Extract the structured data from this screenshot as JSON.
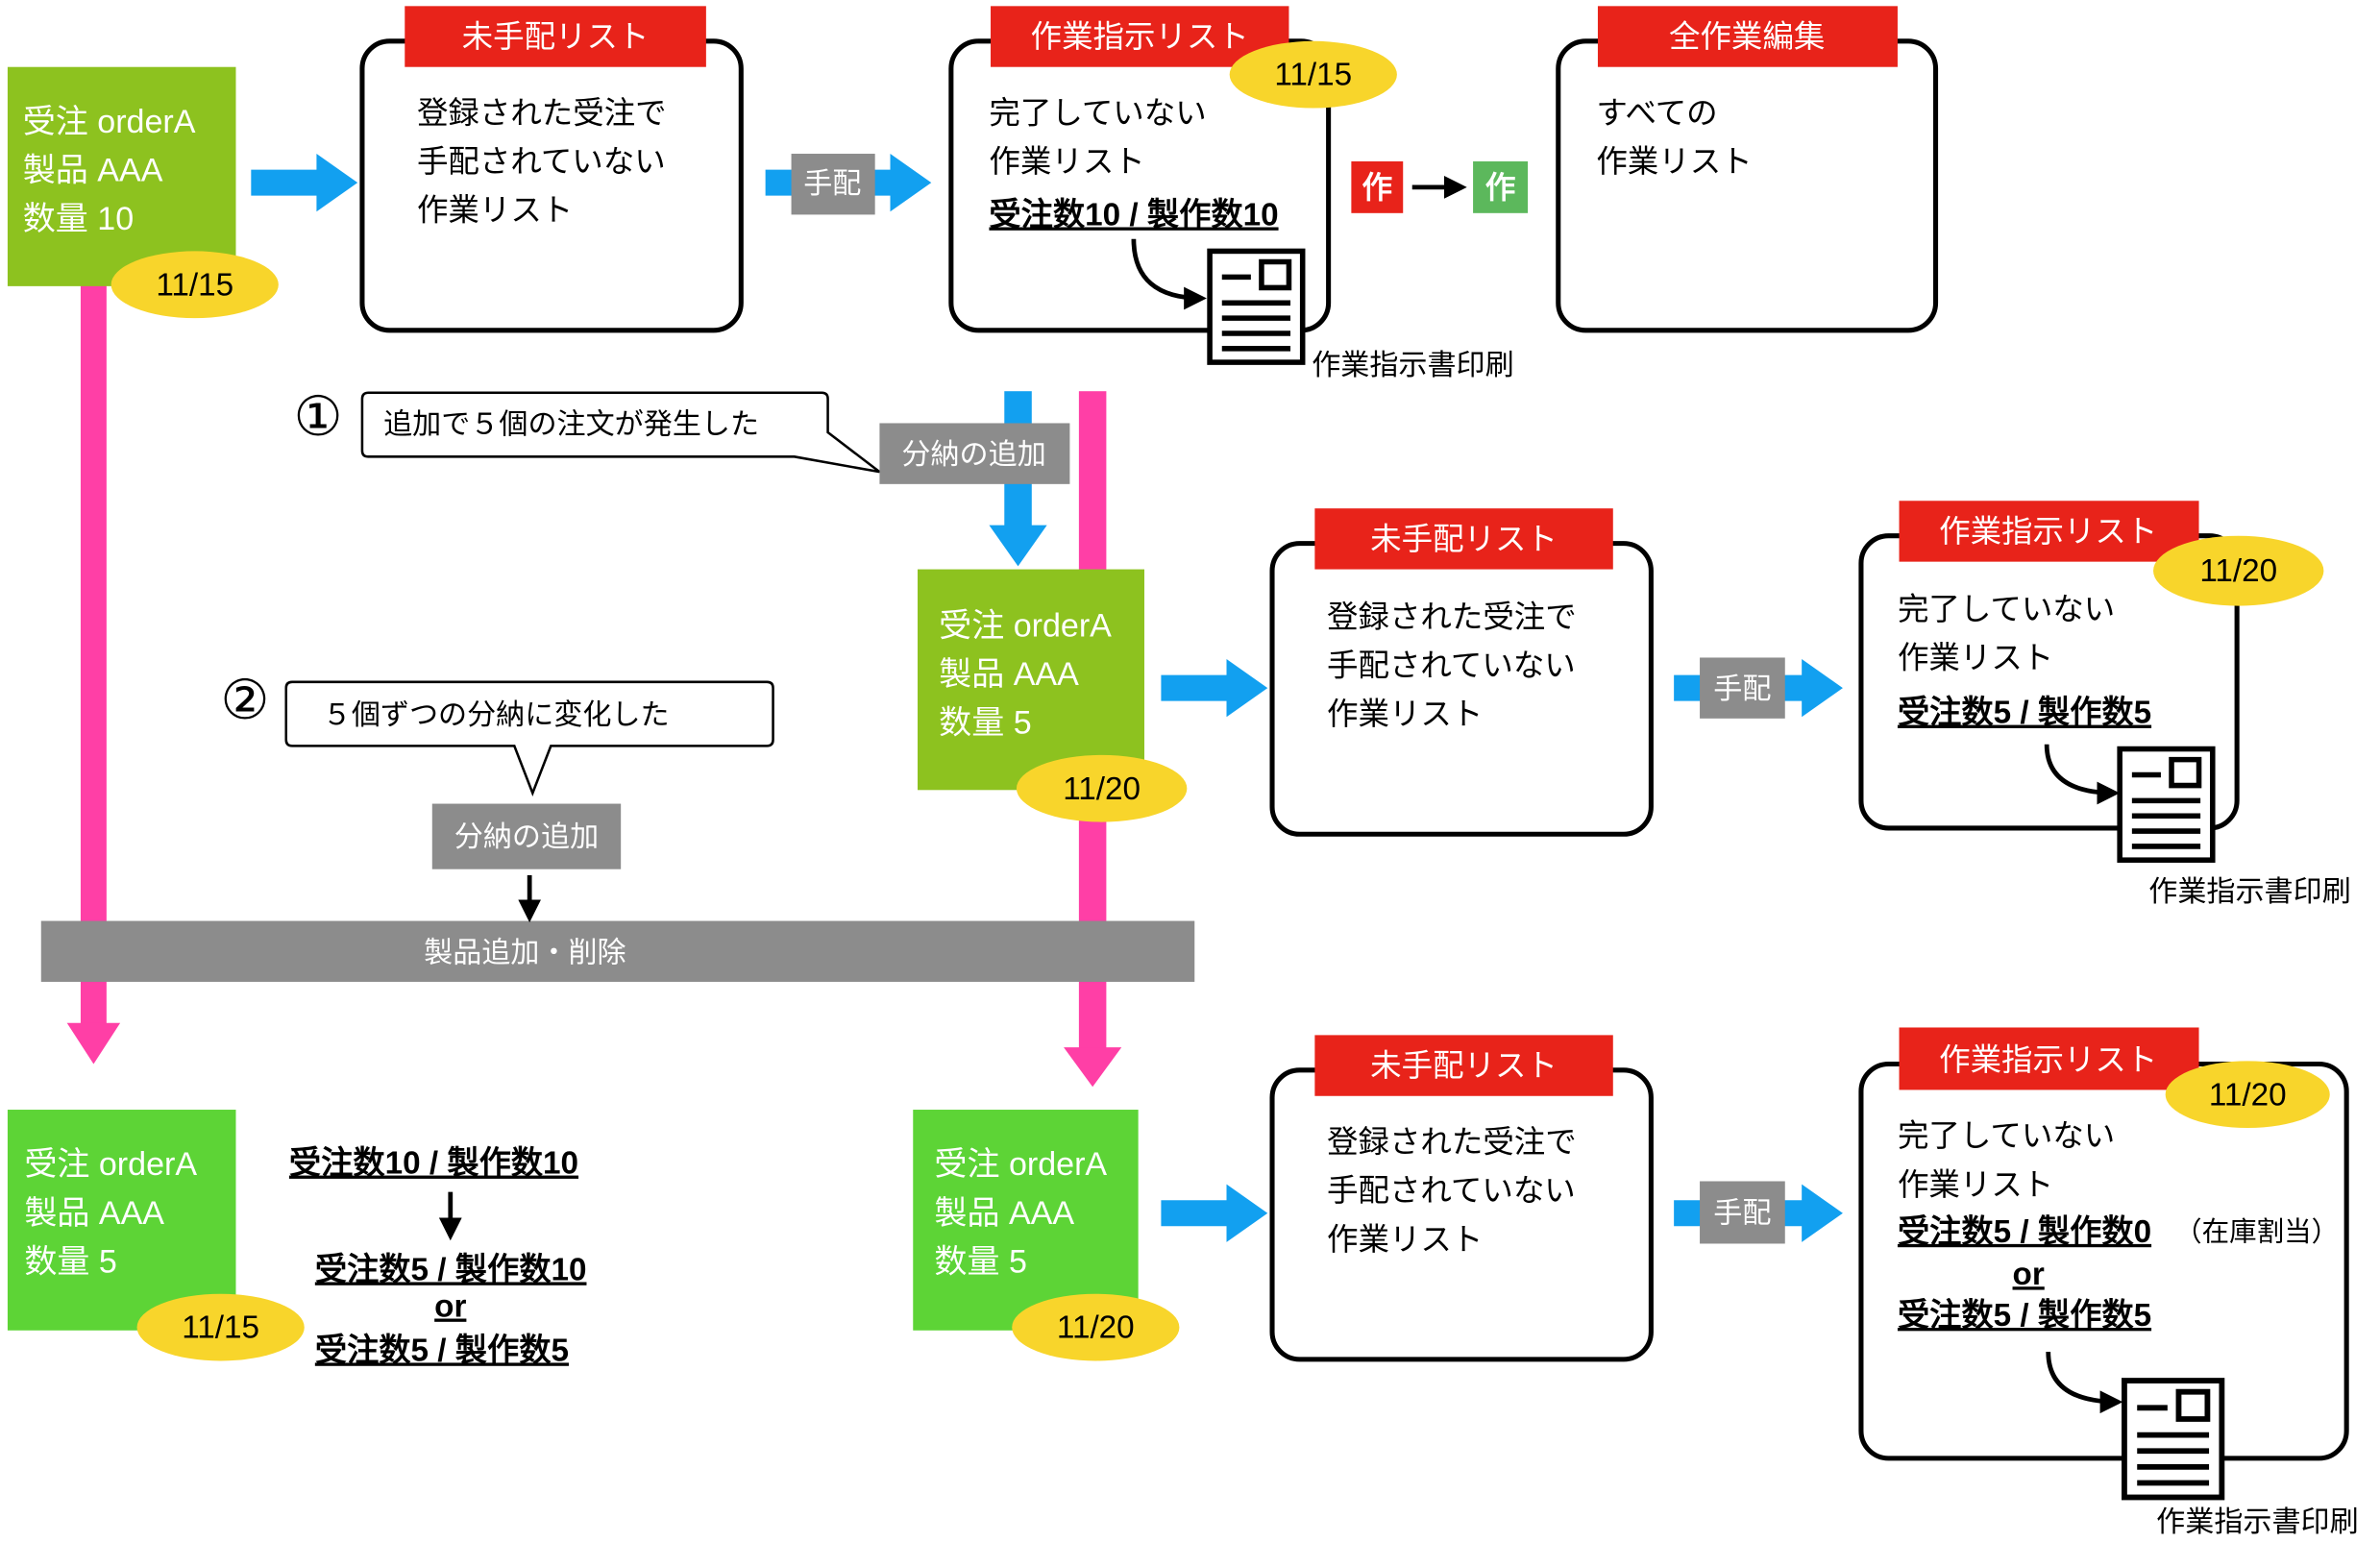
{
  "colors": {
    "label_red": "#e8231a",
    "card_olive": "#8dc21f",
    "card_green": "#5dd436",
    "date_yellow": "#f8d52b",
    "flow_blue": "#12a0f0",
    "split_pink": "#ff3fa6",
    "step_gray": "#8c8c8c",
    "status_green": "#5cb85c"
  },
  "top": {
    "order": {
      "lines": [
        "受注 orderA",
        "製品 AAA",
        "数量 10"
      ],
      "date": "11/15"
    },
    "unassigned_list": {
      "label": "未手配リスト",
      "lines": [
        "登録された受注で",
        "手配されていない",
        "作業リスト"
      ]
    },
    "arrange_label": "手配",
    "work_order_list": {
      "label": "作業指示リスト",
      "date": "11/15",
      "lines": [
        "完了していない",
        "作業リスト"
      ],
      "quantities": "受注数10 / 製作数10",
      "print_label": "作業指示書印刷"
    },
    "status_change": {
      "from": "作",
      "to": "作"
    },
    "all_work_edit": {
      "label": "全作業編集",
      "lines": [
        "すべての",
        "作業リスト"
      ]
    }
  },
  "middle": {
    "step1": {
      "marker": "①",
      "note": "追加で５個の注文が発生した",
      "action": "分納の追加"
    },
    "order": {
      "lines": [
        "受注 orderA",
        "製品 AAA",
        "数量 5"
      ],
      "date": "11/20"
    },
    "unassigned_list": {
      "label": "未手配リスト",
      "lines": [
        "登録された受注で",
        "手配されていない",
        "作業リスト"
      ]
    },
    "arrange_label": "手配",
    "work_order_list": {
      "label": "作業指示リスト",
      "date": "11/20",
      "lines": [
        "完了していない",
        "作業リスト"
      ],
      "quantities": "受注数5 / 製作数5",
      "print_label": "作業指示書印刷"
    },
    "step2": {
      "marker": "②",
      "note": "５個ずつの分納に変化した",
      "action": "分納の追加"
    },
    "product_bar": "製品追加・削除"
  },
  "bottom": {
    "original_order": {
      "lines": [
        "受注 orderA",
        "製品 AAA",
        "数量 5"
      ],
      "date": "11/15"
    },
    "quantity_change": {
      "before": "受注数10 / 製作数10",
      "after_option_a": "受注数5 / 製作数10",
      "or": "or",
      "after_option_b": "受注数5 / 製作数5"
    },
    "split_order": {
      "lines": [
        "受注 orderA",
        "製品 AAA",
        "数量 5"
      ],
      "date": "11/20"
    },
    "unassigned_list": {
      "label": "未手配リスト",
      "lines": [
        "登録された受注で",
        "手配されていない",
        "作業リスト"
      ]
    },
    "arrange_label": "手配",
    "work_order_list": {
      "label": "作業指示リスト",
      "date": "11/20",
      "lines": [
        "完了していない",
        "作業リスト"
      ],
      "option_a": "受注数5 / 製作数0",
      "option_a_note": "（在庫割当）",
      "or": "or",
      "option_b": "受注数5 / 製作数5",
      "print_label": "作業指示書印刷"
    }
  }
}
